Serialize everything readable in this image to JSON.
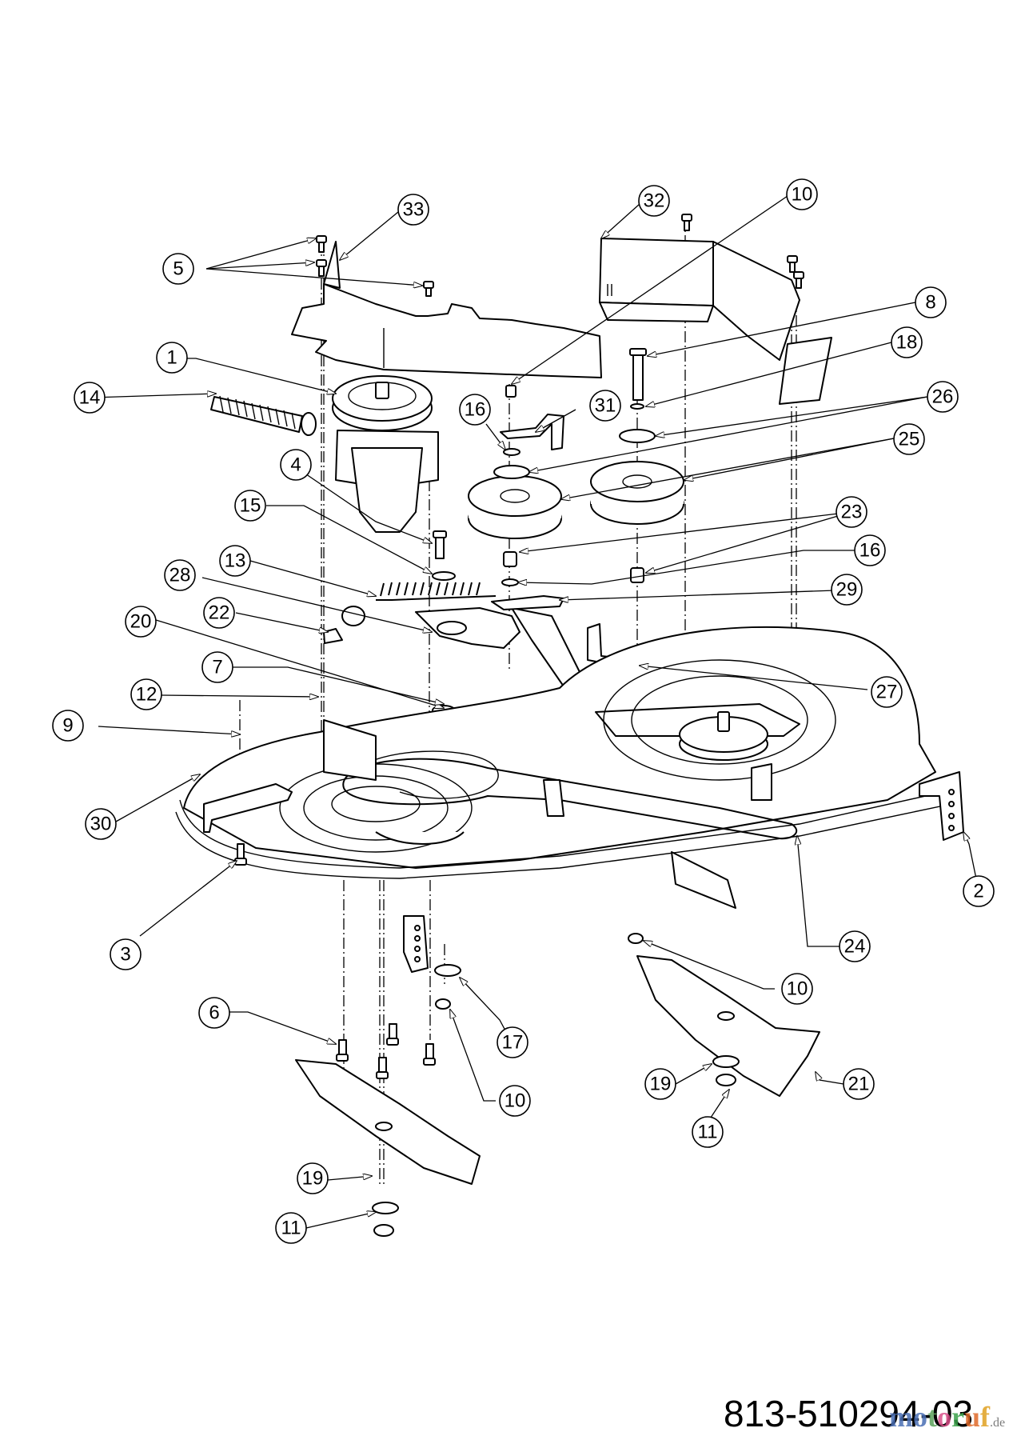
{
  "diagram": {
    "title": "Mower deck exploded parts diagram",
    "document_number": "813-510294-03",
    "watermark": {
      "letters": [
        {
          "char": "m",
          "color": "#4a6fb5"
        },
        {
          "char": "o",
          "color": "#4a6fb5"
        },
        {
          "char": "t",
          "color": "#5aa05a"
        },
        {
          "char": "o",
          "color": "#d94f8a"
        },
        {
          "char": "r",
          "color": "#3aa04a"
        },
        {
          "char": "u",
          "color": "#e06a2a"
        },
        {
          "char": "f",
          "color": "#e0a020"
        }
      ],
      "tld": ".de"
    },
    "callouts": [
      {
        "id": "c33",
        "label": "33"
      },
      {
        "id": "c32",
        "label": "32"
      },
      {
        "id": "c10a",
        "label": "10"
      },
      {
        "id": "c5",
        "label": "5"
      },
      {
        "id": "c8",
        "label": "8"
      },
      {
        "id": "c18",
        "label": "18"
      },
      {
        "id": "c1",
        "label": "1"
      },
      {
        "id": "c14",
        "label": "14"
      },
      {
        "id": "c16a",
        "label": "16"
      },
      {
        "id": "c31",
        "label": "31"
      },
      {
        "id": "c26",
        "label": "26"
      },
      {
        "id": "c25",
        "label": "25"
      },
      {
        "id": "c4",
        "label": "4"
      },
      {
        "id": "c15",
        "label": "15"
      },
      {
        "id": "c23",
        "label": "23"
      },
      {
        "id": "c16b",
        "label": "16"
      },
      {
        "id": "c13",
        "label": "13"
      },
      {
        "id": "c28",
        "label": "28"
      },
      {
        "id": "c29",
        "label": "29"
      },
      {
        "id": "c22",
        "label": "22"
      },
      {
        "id": "c20",
        "label": "20"
      },
      {
        "id": "c7",
        "label": "7"
      },
      {
        "id": "c27",
        "label": "27"
      },
      {
        "id": "c12",
        "label": "12"
      },
      {
        "id": "c9",
        "label": "9"
      },
      {
        "id": "c30",
        "label": "30"
      },
      {
        "id": "c2",
        "label": "2"
      },
      {
        "id": "c3",
        "label": "3"
      },
      {
        "id": "c24",
        "label": "24"
      },
      {
        "id": "c10b",
        "label": "10"
      },
      {
        "id": "c17",
        "label": "17"
      },
      {
        "id": "c6",
        "label": "6"
      },
      {
        "id": "c10c",
        "label": "10"
      },
      {
        "id": "c19a",
        "label": "19"
      },
      {
        "id": "c21",
        "label": "21"
      },
      {
        "id": "c11a",
        "label": "11"
      },
      {
        "id": "c19b",
        "label": "19"
      },
      {
        "id": "c11b",
        "label": "11"
      }
    ]
  }
}
